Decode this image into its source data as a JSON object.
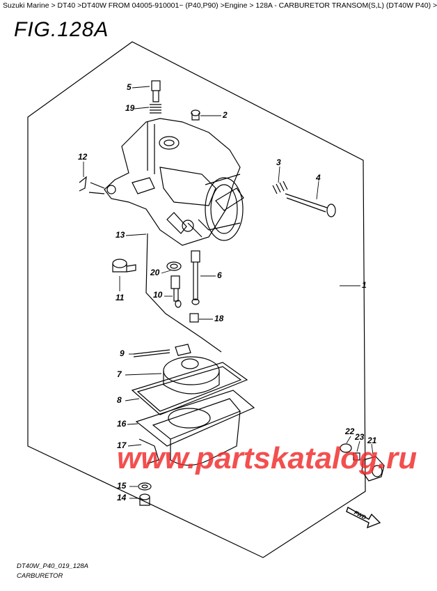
{
  "breadcrumb": {
    "items": [
      {
        "label": "Suzuki Marine"
      },
      {
        "label": "DT40"
      },
      {
        "label": "DT40W FROM 04005-910001~ (P40,P90)"
      },
      {
        "label": "Engine"
      },
      {
        "label": "128A - CARBURETOR TRANSOM(S,L) (DT40W P40)"
      }
    ],
    "separator": " >"
  },
  "figure": {
    "title": "FIG.128A",
    "code": "DT40W_P40_019_128A",
    "name": "CARBURETOR"
  },
  "watermark": "www.partskatalog.ru",
  "fwd_label": "FWD",
  "callouts": {
    "c1": "1",
    "c2": "2",
    "c3": "3",
    "c4": "4",
    "c5": "5",
    "c6": "6",
    "c7": "7",
    "c8": "8",
    "c9": "9",
    "c10": "10",
    "c11": "11",
    "c12": "12",
    "c13": "13",
    "c14": "14",
    "c15": "15",
    "c16": "16",
    "c17": "17",
    "c18": "18",
    "c19": "19",
    "c20": "20",
    "c21": "21",
    "c22": "22",
    "c23": "23"
  }
}
